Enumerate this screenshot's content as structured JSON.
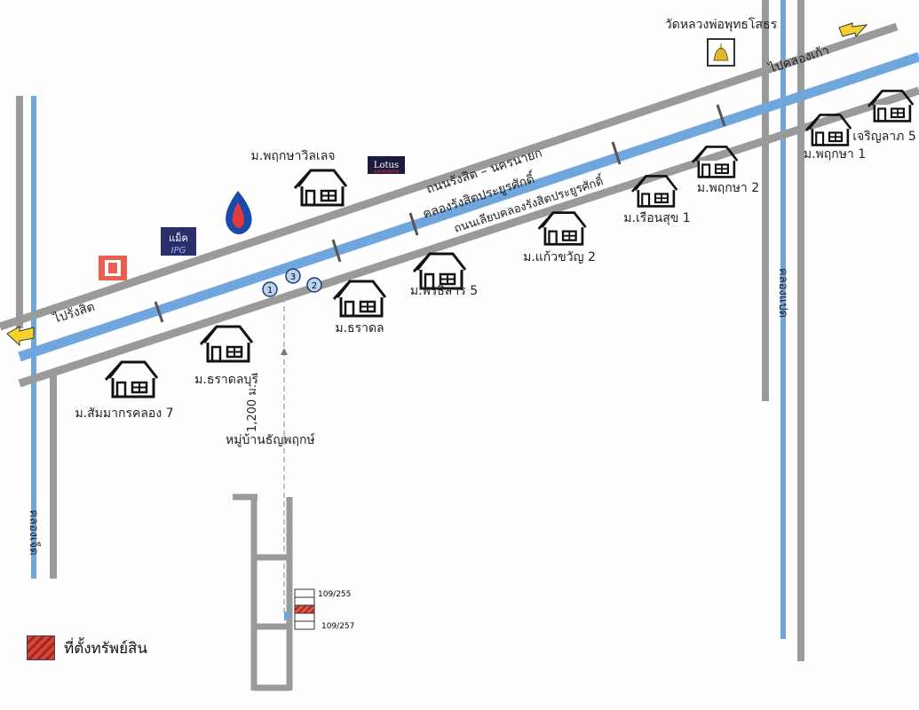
{
  "roads": {
    "main_road": "ถนนรังสิต – นครนายก",
    "canal": "คลองรังสิตประยูรศักดิ์",
    "service_road": "ถนนเลียบคลองรังสิตประยูรศักดิ์",
    "to_rangsit": "ไปรังสิต",
    "to_ongkharak": "ไปคลองเก้า",
    "khlong_jet": "คลองเจ็ด",
    "khlong_paet": "คลองแปด",
    "distance": "1,200 ม.",
    "soi": "หมู่บ้านธัญพฤกษ์"
  },
  "landmarks": {
    "temple": "วัดหลวงพ่อพุทธโสธร",
    "lotus": "Lotus",
    "lotus_sub": "SUPERCENTER",
    "ptt": "PTT",
    "ipg": "IPG",
    "ipg_top": "แม็ค"
  },
  "villages": [
    {
      "id": "v1",
      "label": "ม.พฤกษาวิลเลจ"
    },
    {
      "id": "v2",
      "label": "ม.ธราดล"
    },
    {
      "id": "v3",
      "label": "ม.ธราดลบุรี"
    },
    {
      "id": "v4",
      "label": "ม.สัมมากรคลอง 7"
    },
    {
      "id": "v5",
      "label": "ม.พรธิสาร 5"
    },
    {
      "id": "v6",
      "label": "ม.แก้วขวัญ 2"
    },
    {
      "id": "v7",
      "label": "ม.เรือนสุข 1"
    },
    {
      "id": "v8",
      "label": "ม.พฤกษา 2"
    },
    {
      "id": "v9",
      "label": "ม.พฤกษา 1"
    },
    {
      "id": "v10",
      "label": "เจริญลาภ 5"
    }
  ],
  "junction_markers": [
    "1",
    "2",
    "3"
  ],
  "plots": [
    "109/255",
    "109/257"
  ],
  "legend": {
    "label": "ที่ตั้งทรัพย์สิน"
  },
  "colors": {
    "canal": "#6fa6de",
    "road": "#9a9a9a",
    "property": "#d7453d",
    "ptt": "#1a4aa8"
  }
}
